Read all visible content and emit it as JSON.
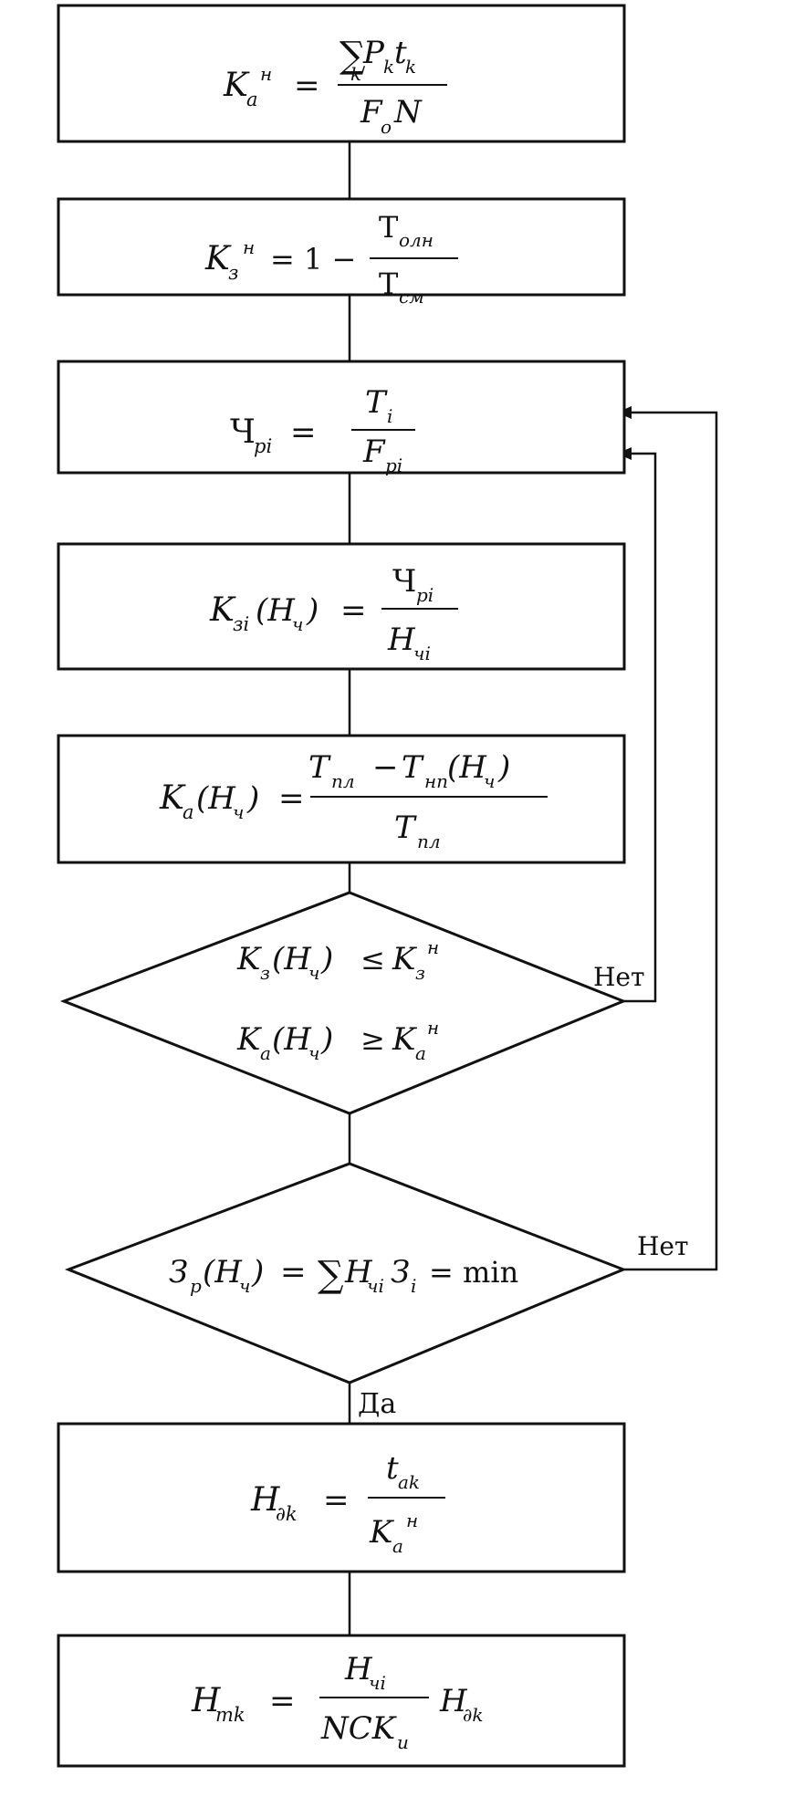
{
  "formulas": {
    "b1": {
      "lhs_main": "K",
      "lhs_sub": "a",
      "lhs_sup": "н",
      "eq": "=",
      "sum": "∑",
      "num_p": "P",
      "num_ps": "k",
      "num_t": "t",
      "num_ts": "k",
      "sum_sub": "k",
      "den_f": "F",
      "den_fs": "o",
      "den_n": "N"
    },
    "b2": {
      "lhs_main": "K",
      "lhs_sub": "з",
      "lhs_sup": "н",
      "eq": "= 1 −",
      "num": "T",
      "num_sub": "олн",
      "den": "T",
      "den_sub": "см"
    },
    "b3": {
      "lhs_main": "Ч",
      "lhs_sub": "pi",
      "eq": "=",
      "num": "T",
      "num_sub": "i",
      "den": "F",
      "den_sub": "pi"
    },
    "b4": {
      "lhs_main": "K",
      "lhs_sub": "зi",
      "lhs_arg": "(H",
      "lhs_arg_sub": "ч",
      "lhs_close": ")",
      "eq": "=",
      "num": "Ч",
      "num_sub": "pi",
      "den": "H",
      "den_sub": "чi"
    },
    "b5": {
      "lhs_main": "K",
      "lhs_sub": "a",
      "lhs_arg": "(H",
      "lhs_arg_sub": "ч",
      "lhs_close": ")",
      "eq": "=",
      "num_a": "T",
      "num_a_sub": "пл",
      "minus": "−",
      "num_b": "T",
      "num_b_sub": "нп",
      "num_b_arg": "(H",
      "num_b_arg_sub": "ч",
      "num_b_close": ")",
      "den": "T",
      "den_sub": "пл"
    },
    "d1": {
      "l1_main": "K",
      "l1_sub": "з",
      "l1_arg": "(H",
      "l1_arg_sub": "ч",
      "l1_close": ")",
      "l1_op": "≤",
      "l1_rhs": "K",
      "l1_rhs_sub": "з",
      "l1_rhs_sup": "н",
      "l2_main": "K",
      "l2_sub": "a",
      "l2_arg": "(H",
      "l2_arg_sub": "ч",
      "l2_close": ")",
      "l2_op": "≥",
      "l2_rhs": "K",
      "l2_rhs_sub": "a",
      "l2_rhs_sup": "н"
    },
    "d2": {
      "lhs_main": "З",
      "lhs_sub": "p",
      "lhs_arg": "(H",
      "lhs_arg_sub": "ч",
      "lhs_close": ")",
      "eq": "=",
      "sum": "∑",
      "h": "H",
      "h_sub": "чi",
      "z": "З",
      "z_sub": "i",
      "tail": "= min"
    },
    "b6": {
      "lhs_main": "H",
      "lhs_sub": "∂k",
      "eq": "=",
      "num": "t",
      "num_sub": "ak",
      "den": "K",
      "den_sub": "a",
      "den_sup": "н"
    },
    "b7": {
      "lhs_main": "H",
      "lhs_sub": "mk",
      "eq": "=",
      "num": "H",
      "num_sub": "чi",
      "den": "NCK",
      "den_sub": "и",
      "tail": "H",
      "tail_sub": "∂k"
    }
  },
  "labels": {
    "no_1": "Нет",
    "no_2": "Нет",
    "yes": "Да"
  }
}
